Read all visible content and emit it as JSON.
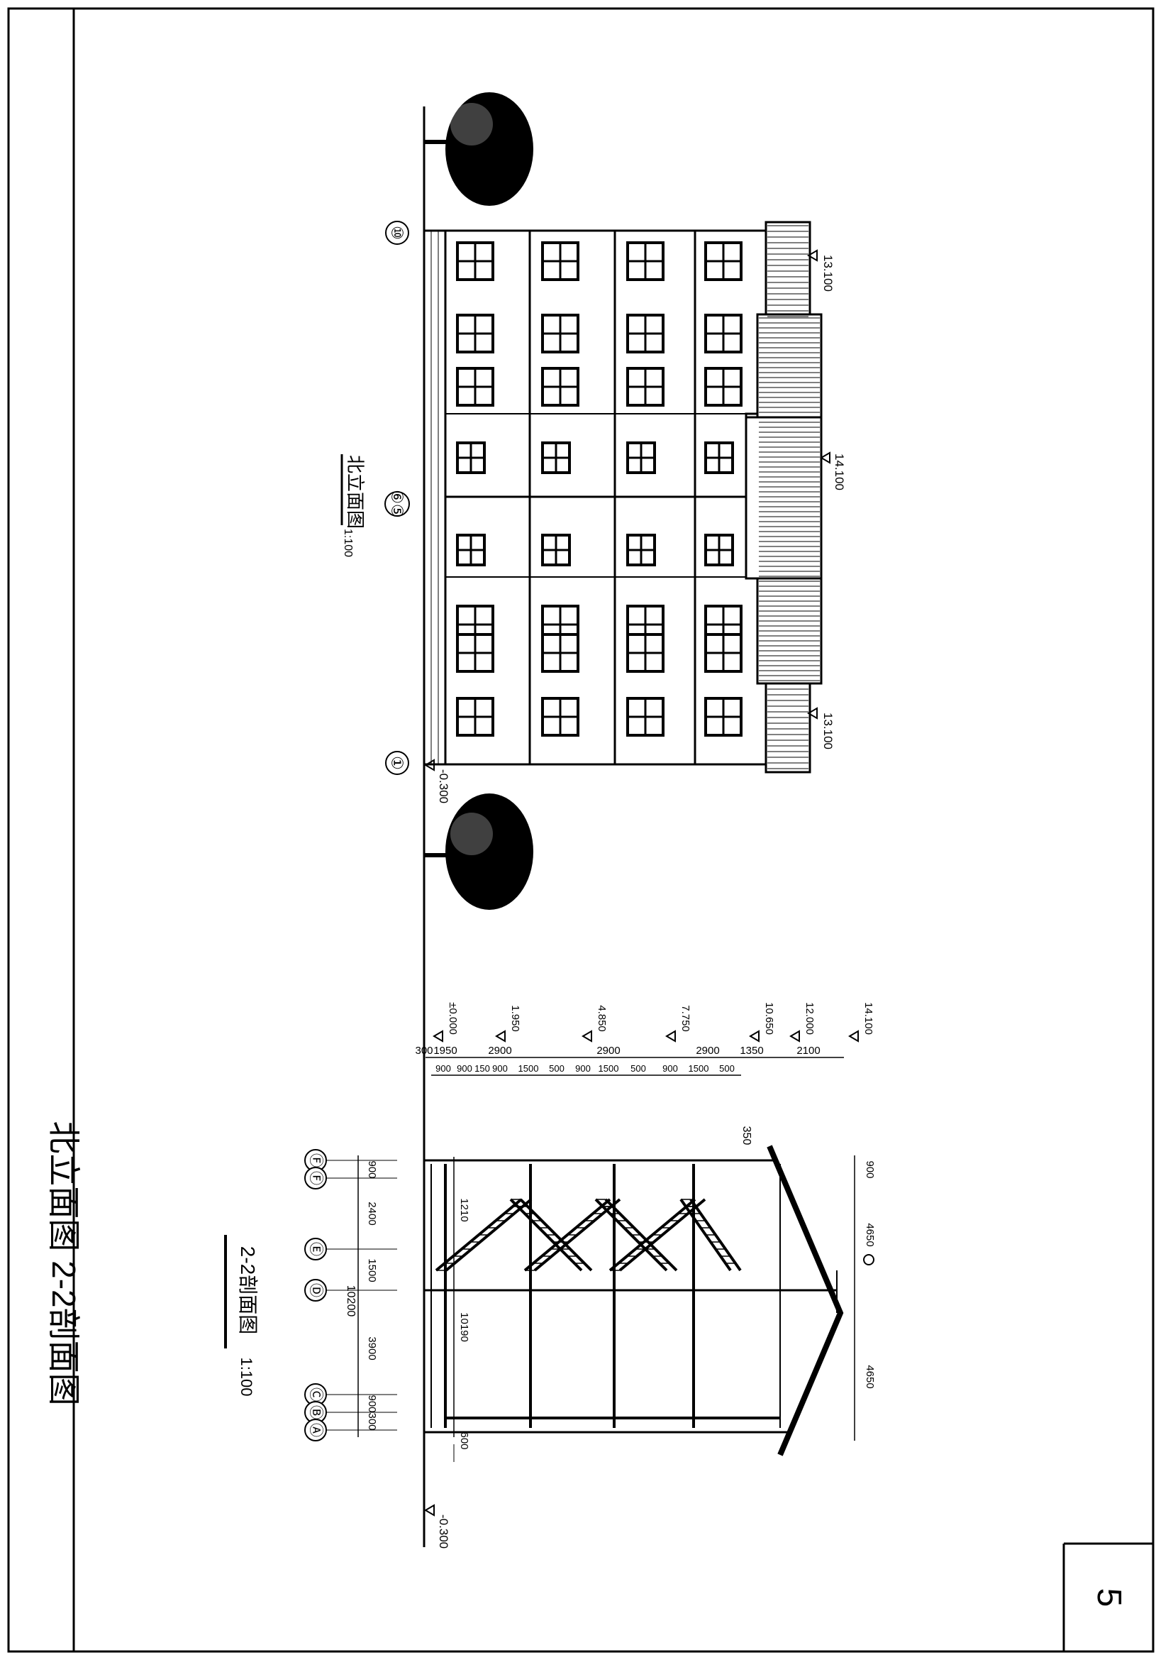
{
  "sheet": {
    "title": "北立面图  2-2剖面图",
    "page_number": "5"
  },
  "elevation": {
    "title": "北立面图",
    "scale": "1:100",
    "axes": {
      "left": "①",
      "middle": "⑥⑤",
      "right": "⑩"
    },
    "levels": {
      "ground": "-0.300",
      "eave_left": "13.100",
      "eave_right": "13.100",
      "ridge": "14.100"
    }
  },
  "section": {
    "title": "2-2剖面图",
    "scale": "1:100",
    "axes": [
      "Ⓕ",
      "Ⓕ",
      "Ⓔ",
      "Ⓓ",
      "Ⓒ",
      "Ⓑ",
      "Ⓐ"
    ],
    "axis_dims": [
      "900",
      "2400",
      "1500",
      "3900",
      "900",
      "300"
    ],
    "overall_dim": "10200",
    "bottom_dims": [
      "600",
      "10190",
      "1210"
    ],
    "roof_dims": [
      "900",
      "4650",
      "4650"
    ],
    "parapet_dim": "350",
    "ground_level": "-0.300",
    "level_marks": [
      "±0.000",
      "1.950",
      "4.850",
      "7.750",
      "10.650",
      "12.000",
      "14.100"
    ],
    "height_dims_outer": [
      "300",
      "1950",
      "2900",
      "2900",
      "2900",
      "1350",
      "2100"
    ],
    "height_dims_inner": [
      "900",
      "900",
      "150",
      "900",
      "1500",
      "500",
      "900",
      "1500",
      "500",
      "900",
      "1500",
      "500"
    ]
  }
}
